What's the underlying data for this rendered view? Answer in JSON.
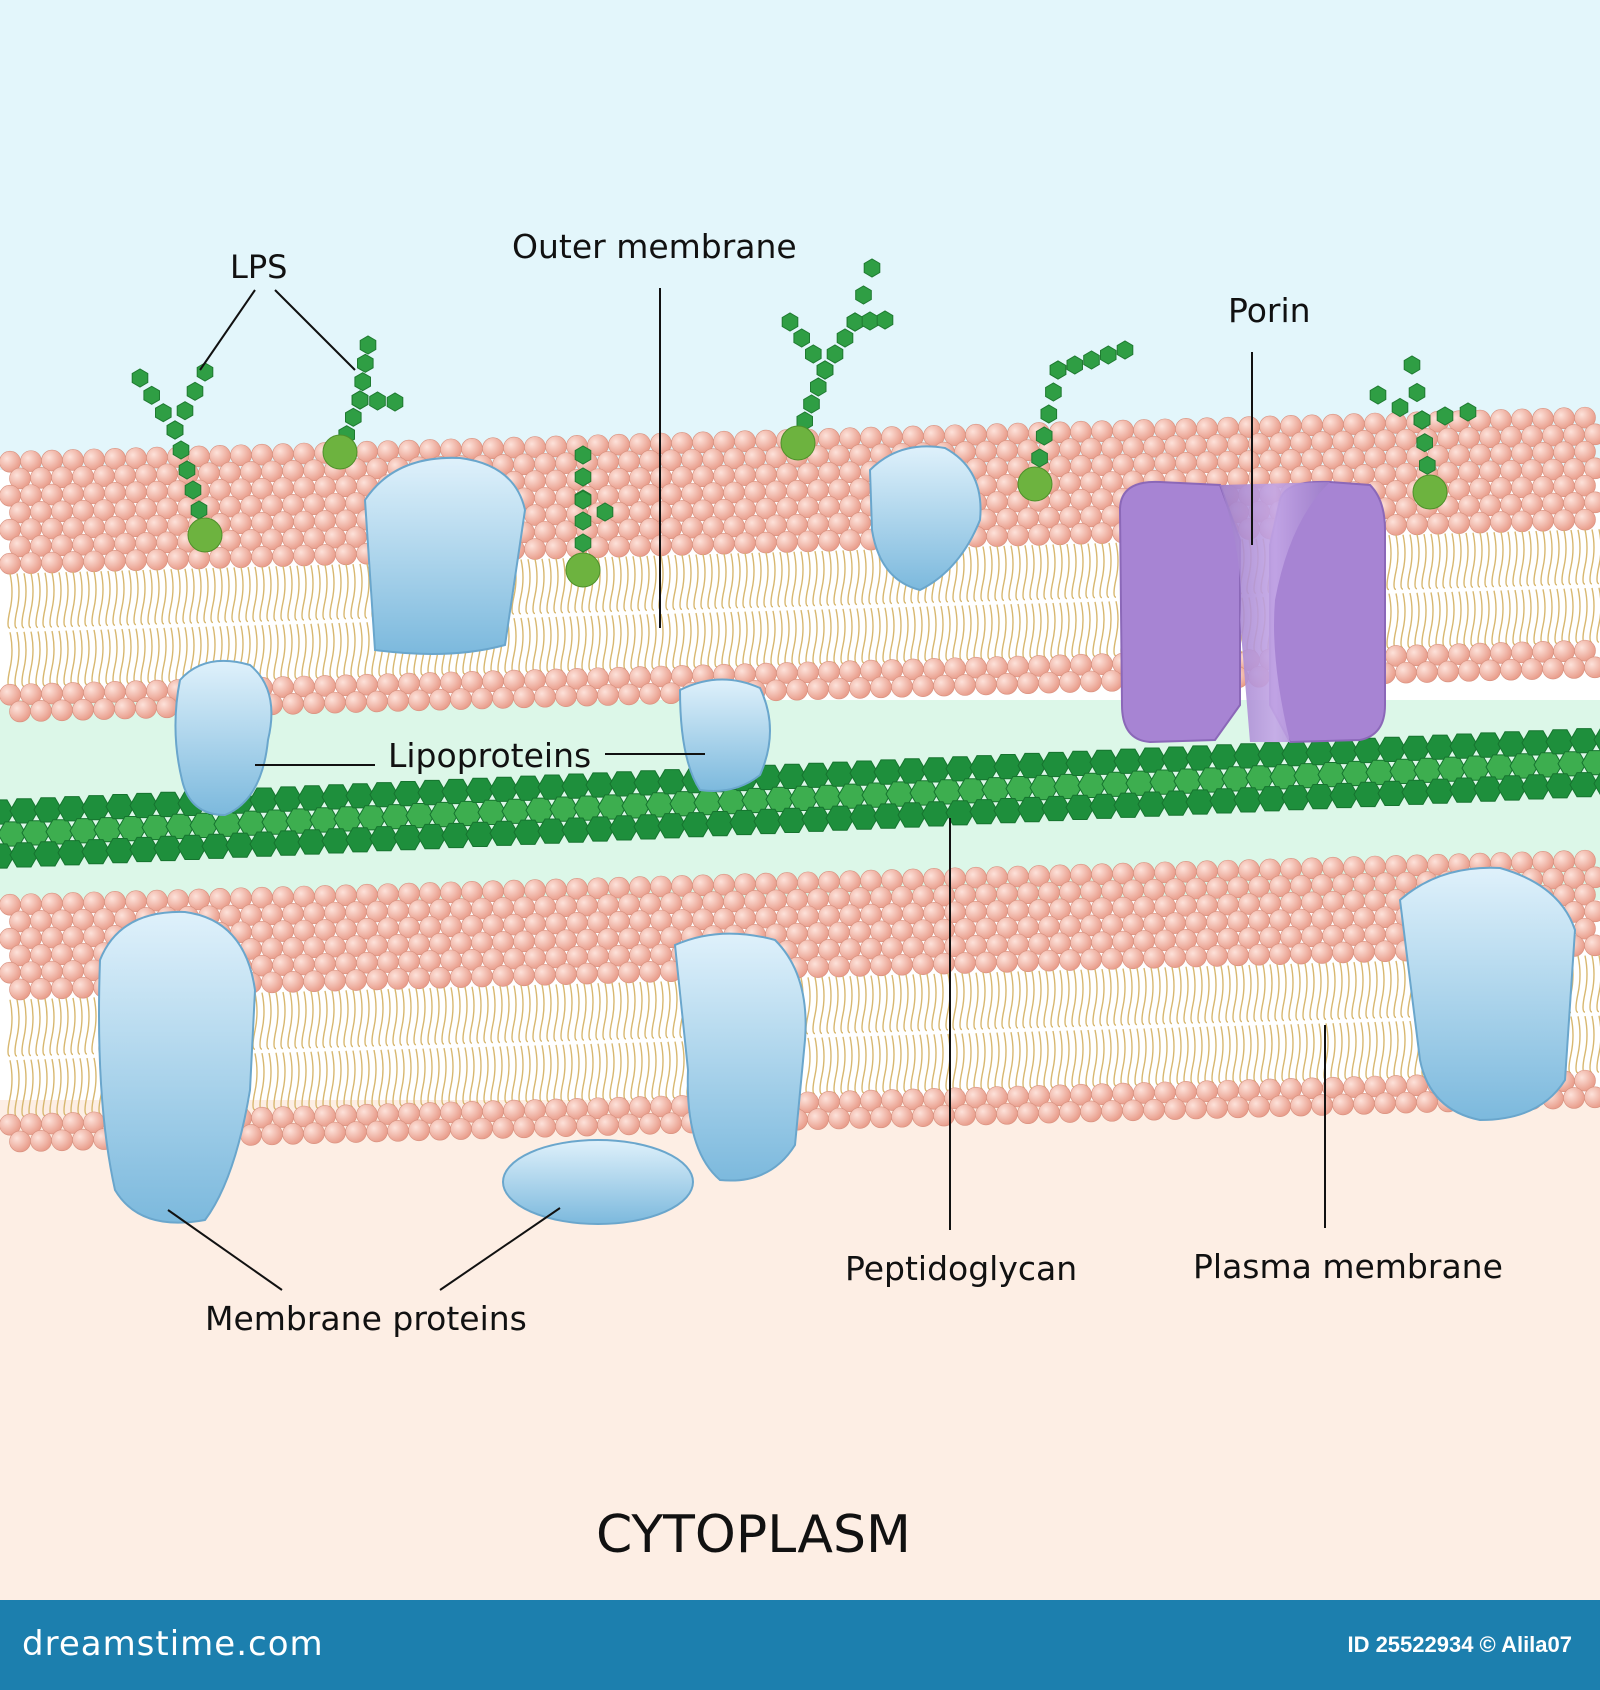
{
  "labels": {
    "lps": "LPS",
    "outer_membrane": "Outer membrane",
    "porin": "Porin",
    "lipoproteins": "Lipoproteins",
    "peptidoglycan": "Peptidoglycan",
    "plasma_membrane": "Plasma membrane",
    "membrane_proteins": "Membrane proteins",
    "cytoplasm": "CYTOPLASM"
  },
  "footer": {
    "brand": "dreamstime.com",
    "credit": "ID 25522934 © Alila07"
  },
  "colors": {
    "sky": "#e3f6fb",
    "periplasm": "#dcf7e8",
    "cytoplasm": "#fdeee4",
    "phospholipid_head": "#f6b4a6",
    "phospholipid_tail": "#e0c48a",
    "lps_chain": "#2f9e44",
    "peptidoglycan_dark": "#1e8f3c",
    "peptidoglycan_light": "#3dae4f",
    "membrane_protein": "#a9d6ee",
    "porin": "#b08fd8",
    "footer": "#1c7fae"
  }
}
